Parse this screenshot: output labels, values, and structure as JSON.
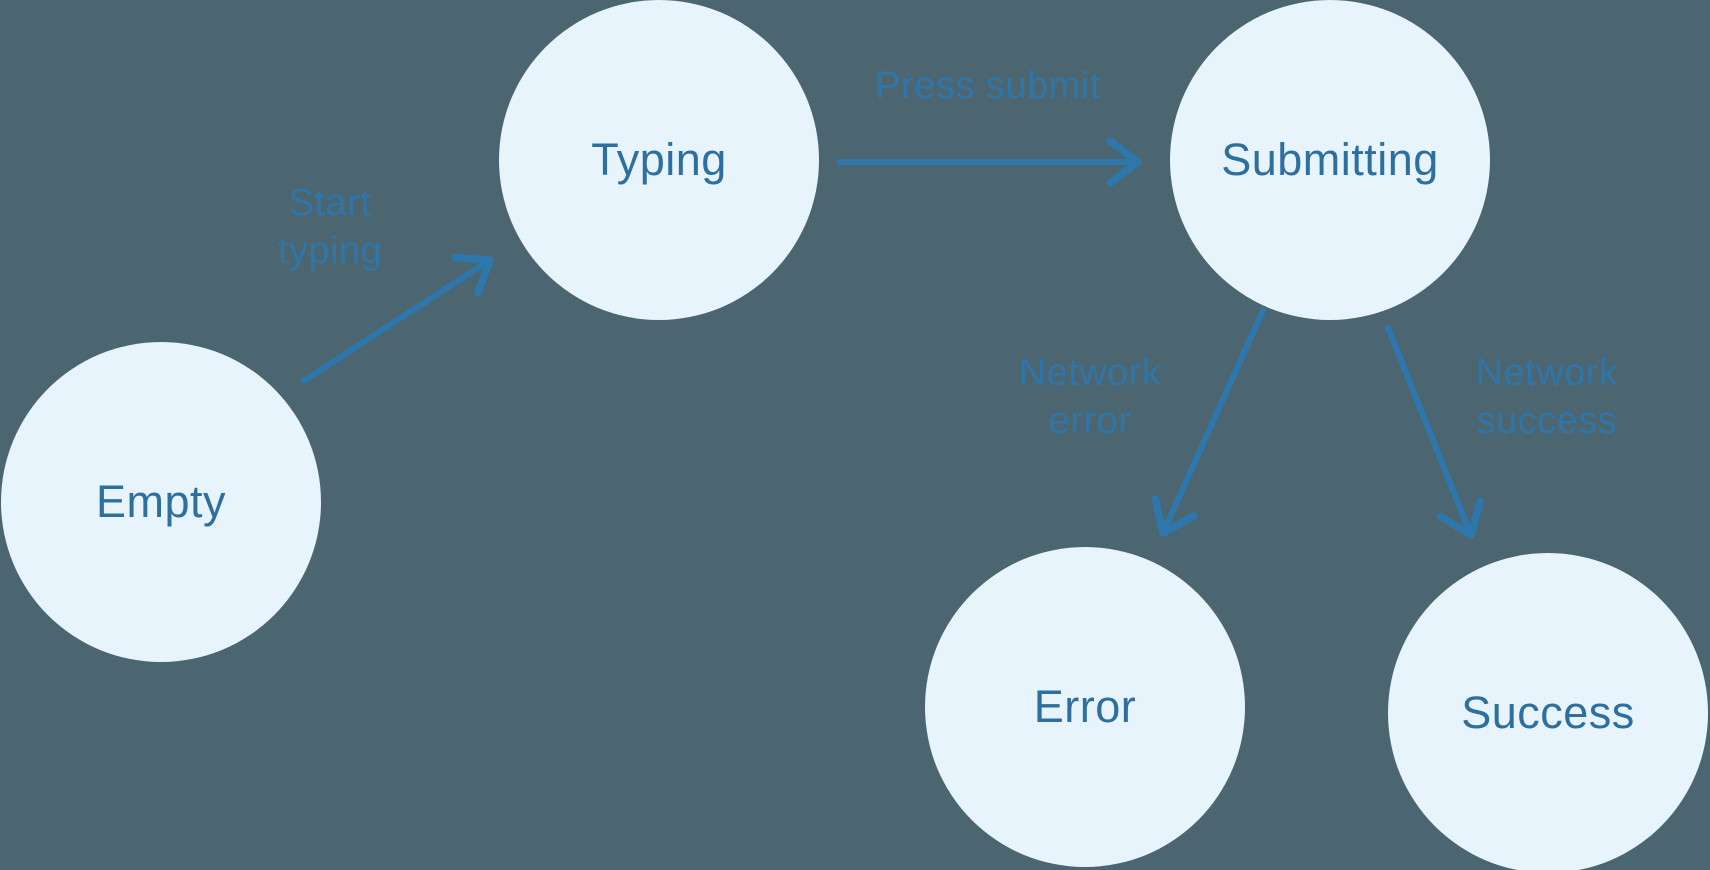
{
  "diagram": {
    "type": "state-machine",
    "colors": {
      "background": "#4b6670",
      "node_fill": "#e7f4fc",
      "node_text": "#2d6f9f",
      "edge": "#2e77ad"
    },
    "nodes": [
      {
        "id": "empty",
        "label": "Empty"
      },
      {
        "id": "typing",
        "label": "Typing"
      },
      {
        "id": "submitting",
        "label": "Submitting"
      },
      {
        "id": "error",
        "label": "Error"
      },
      {
        "id": "success",
        "label": "Success"
      }
    ],
    "edges": [
      {
        "from": "empty",
        "to": "typing",
        "label": "Start typing"
      },
      {
        "from": "typing",
        "to": "submitting",
        "label": "Press submit"
      },
      {
        "from": "submitting",
        "to": "error",
        "label": "Network error"
      },
      {
        "from": "submitting",
        "to": "success",
        "label": "Network success"
      }
    ]
  }
}
